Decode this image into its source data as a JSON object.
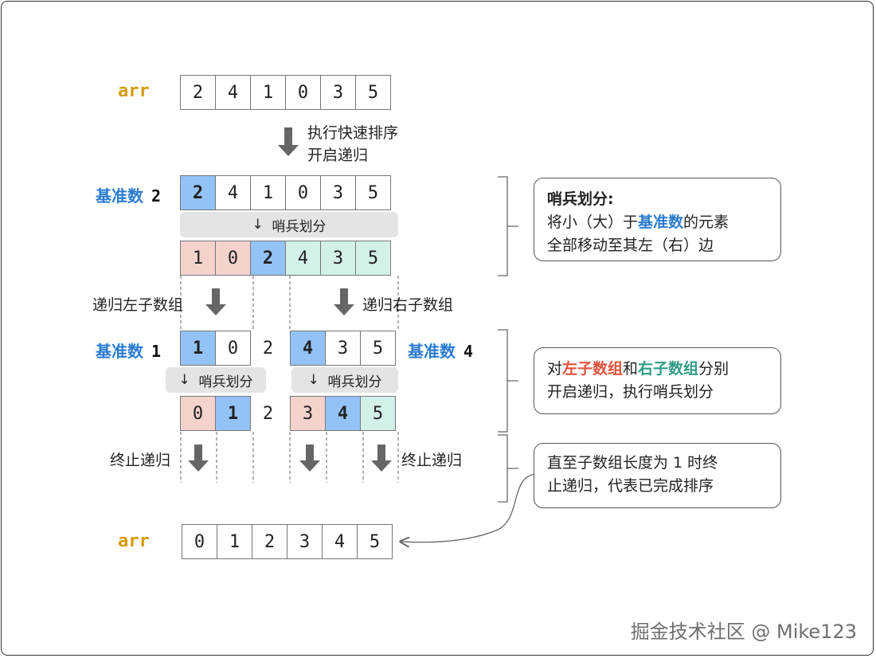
{
  "labels": {
    "arr": "arr",
    "pivot_word": "基准数",
    "pivot_1": "2",
    "pivot_2": "1",
    "pivot_3": "4",
    "partition": "哨兵划分",
    "partition_arrow": "↓",
    "step1": "执行快速排序",
    "step2": "开启递归",
    "rec_left": "递归左子数组",
    "rec_right": "递归右子数组",
    "stop_left": "终止递归",
    "stop_right": "终止递归"
  },
  "arrays": {
    "input": [
      "2",
      "4",
      "1",
      "0",
      "3",
      "5"
    ],
    "row1": [
      "2",
      "4",
      "1",
      "0",
      "3",
      "5"
    ],
    "row2": [
      "1",
      "0",
      "2",
      "4",
      "3",
      "5"
    ],
    "row3_left": [
      "1",
      "0"
    ],
    "row3_mid": "2",
    "row3_right": [
      "4",
      "3",
      "5"
    ],
    "row4_left": [
      "0",
      "1"
    ],
    "row4_mid": "2",
    "row4_right": [
      "3",
      "4",
      "5"
    ],
    "output": [
      "0",
      "1",
      "2",
      "3",
      "4",
      "5"
    ]
  },
  "notes": {
    "n1_title": "哨兵划分:",
    "n1_a": "将小（大）于",
    "n1_b": "基准数",
    "n1_c": "的元素",
    "n1_d": "全部移动至其左（右）边",
    "n2_a": "对",
    "n2_b": "左子数组",
    "n2_c": "和",
    "n2_d": "右子数组",
    "n2_e": "分别",
    "n2_f": "开启递归，执行哨兵划分",
    "n3_a": "直至子数组长度为 1 时终",
    "n3_b": "止递归，代表已完成排序"
  },
  "watermark": "掘金技术社区 @ Mike123",
  "colors": {
    "pivot": "#93c3f6",
    "left": "#f6d2cc",
    "right": "#d2f1ea",
    "accent": "#d49a00",
    "blue": "#2a7bd0"
  }
}
